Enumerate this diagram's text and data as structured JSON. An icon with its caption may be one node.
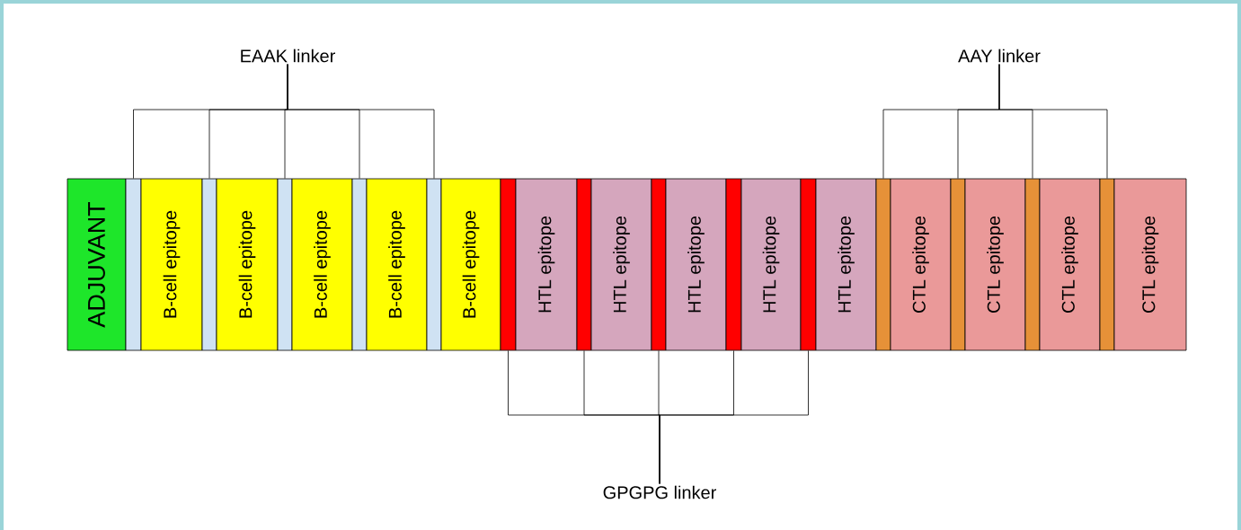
{
  "diagram": {
    "nodes": [
      {
        "text": [
          "EAAK linker"
        ]
      },
      {
        "text": [
          "AAY linker"
        ]
      },
      {
        "text": [
          "ADJUVANT"
        ]
      },
      {
        "text": [],
        "shape": "box"
      },
      {
        "text": [
          "B-cell epitope"
        ]
      },
      {
        "text": [],
        "shape": "box"
      },
      {
        "text": [
          "B-cell epitope"
        ]
      },
      {
        "text": [],
        "shape": "box"
      },
      {
        "text": [
          "B-cell epitope"
        ]
      },
      {
        "text": [],
        "shape": "box"
      },
      {
        "text": [
          "B-cell epitope"
        ]
      },
      {
        "text": [],
        "shape": "box"
      },
      {
        "text": [
          "B-cell epitope"
        ]
      },
      {
        "text": [],
        "shape": "box"
      },
      {
        "text": [
          "HTL epitope"
        ]
      },
      {
        "text": [],
        "shape": "box"
      },
      {
        "text": [
          "HTL epitope"
        ]
      },
      {
        "text": [],
        "shape": "box"
      },
      {
        "text": [
          "HTL epitope"
        ]
      },
      {
        "text": [],
        "shape": "box"
      },
      {
        "text": [
          "HTL epitope"
        ]
      },
      {
        "text": [],
        "shape": "box"
      },
      {
        "text": [
          "HTL epitope"
        ]
      },
      {
        "text": [],
        "shape": "box"
      },
      {
        "text": [
          "CTL epitope"
        ]
      },
      {
        "text": [],
        "shape": "box"
      },
      {
        "text": [
          "CTL epitope"
        ]
      },
      {
        "text": [],
        "shape": "box"
      },
      {
        "text": [
          "CTL epitope"
        ]
      },
      {
        "text": [],
        "shape": "box"
      },
      {
        "text": [
          "CTL epitope"
        ]
      },
      {
        "text": [
          "GPGPG linker"
        ]
      }
    ],
    "edges": [
      {
        "from": 0,
        "to": 3,
        "arrow": "none"
      },
      {
        "from": 0,
        "to": 5,
        "arrow": "none"
      },
      {
        "from": 0,
        "to": 7,
        "arrow": "none"
      },
      {
        "from": 0,
        "to": 9,
        "arrow": "none"
      },
      {
        "from": 0,
        "to": 11,
        "arrow": "none"
      },
      {
        "from": 31,
        "to": 13,
        "arrow": "none"
      },
      {
        "from": 31,
        "to": 15,
        "arrow": "none"
      },
      {
        "from": 31,
        "to": 17,
        "arrow": "none"
      },
      {
        "from": 31,
        "to": 19,
        "arrow": "none"
      },
      {
        "from": 31,
        "to": 21,
        "arrow": "none"
      },
      {
        "from": 1,
        "to": 23,
        "arrow": "none"
      },
      {
        "from": 1,
        "to": 25,
        "arrow": "none"
      },
      {
        "from": 1,
        "to": 27,
        "arrow": "none"
      },
      {
        "from": 1,
        "to": 29,
        "arrow": "none"
      }
    ]
  }
}
